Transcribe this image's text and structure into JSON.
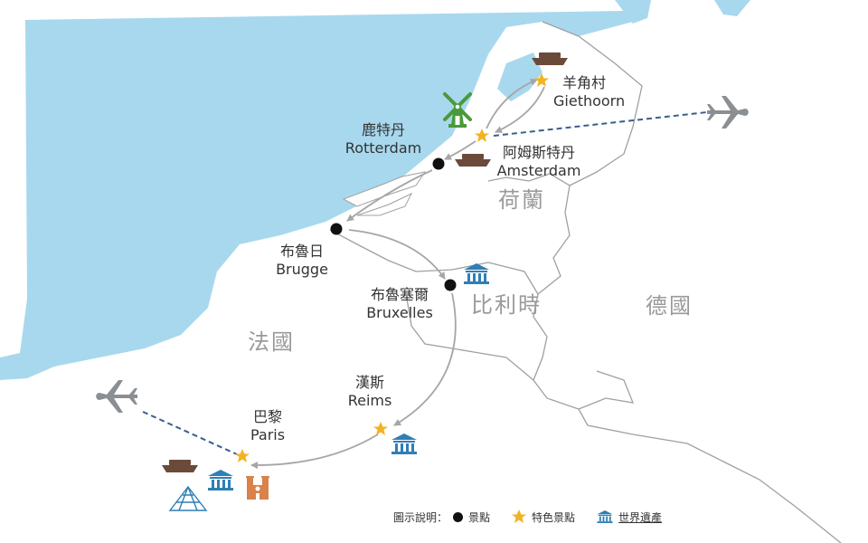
{
  "places": {
    "giethoorn": {
      "zh": "羊角村",
      "en": "Giethoorn"
    },
    "rotterdam": {
      "zh": "鹿特丹",
      "en": "Rotterdam"
    },
    "amsterdam": {
      "zh": "阿姆斯特丹",
      "en": "Amsterdam"
    },
    "brugge": {
      "zh": "布魯日",
      "en": "Brugge"
    },
    "bruxelles": {
      "zh": "布魯塞爾",
      "en": "Bruxelles"
    },
    "reims": {
      "zh": "漢斯",
      "en": "Reims"
    },
    "paris": {
      "zh": "巴黎",
      "en": "Paris"
    }
  },
  "countries": {
    "netherlands": "荷蘭",
    "belgium": "比利時",
    "germany": "德國",
    "france": "法國"
  },
  "legend": {
    "title": "圖示說明：",
    "spot": "景點",
    "featured": "特色景點",
    "heritage": "世界遺產"
  },
  "colors": {
    "sea": "#a8d8ee",
    "land": "#ffffff",
    "border": "#a0a0a0",
    "route": "#a6a6a6",
    "flight": "#3a5f8f",
    "star": "#f2b320",
    "boat": "#6b4a3a",
    "heritage": "#2f7fb5",
    "windmill": "#4a9a3a",
    "plane": "#8a8f94"
  }
}
